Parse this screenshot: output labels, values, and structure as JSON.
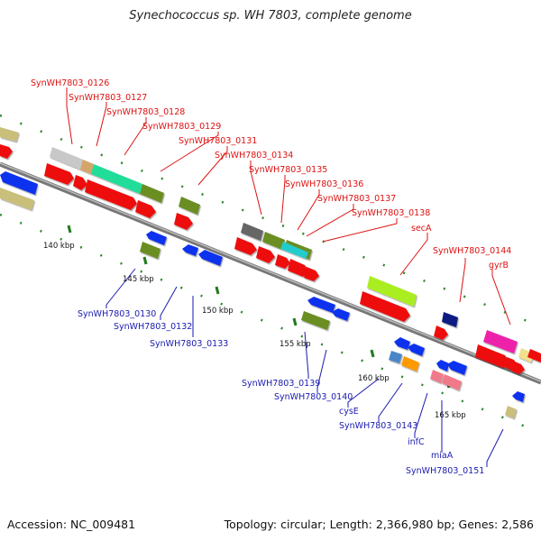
{
  "title": "Synechococcus sp. WH 7803, complete genome",
  "footer": {
    "accession": "Accession: NC_009481",
    "topology": "Topology: circular; Length: 2,366,980 bp; Genes: 2,586"
  },
  "axis_labels": [
    "140 kbp",
    "145 kbp",
    "150 kbp",
    "155 kbp",
    "160 kbp",
    "165 kbp"
  ],
  "forward_labels": [
    "SynWH7803_0126",
    "SynWH7803_0127",
    "SynWH7803_0128",
    "SynWH7803_0129",
    "SynWH7803_0131",
    "SynWH7803_0134",
    "SynWH7803_0135",
    "SynWH7803_0136",
    "SynWH7803_0137",
    "SynWH7803_0138",
    "secA",
    "SynWH7803_0144",
    "gyrB"
  ],
  "reverse_labels": [
    "SynWH7803_0130",
    "SynWH7803_0132",
    "SynWH7803_0133",
    "SynWH7803_0139",
    "SynWH7803_0140",
    "cysE",
    "SynWH7803_0143",
    "infC",
    "miaA",
    "SynWH7803_0151"
  ],
  "colors": {
    "forward_label": "#dd1111",
    "reverse_label": "#1a1ab0",
    "backbone": "#888888",
    "tick": "#1f7a1f"
  }
}
